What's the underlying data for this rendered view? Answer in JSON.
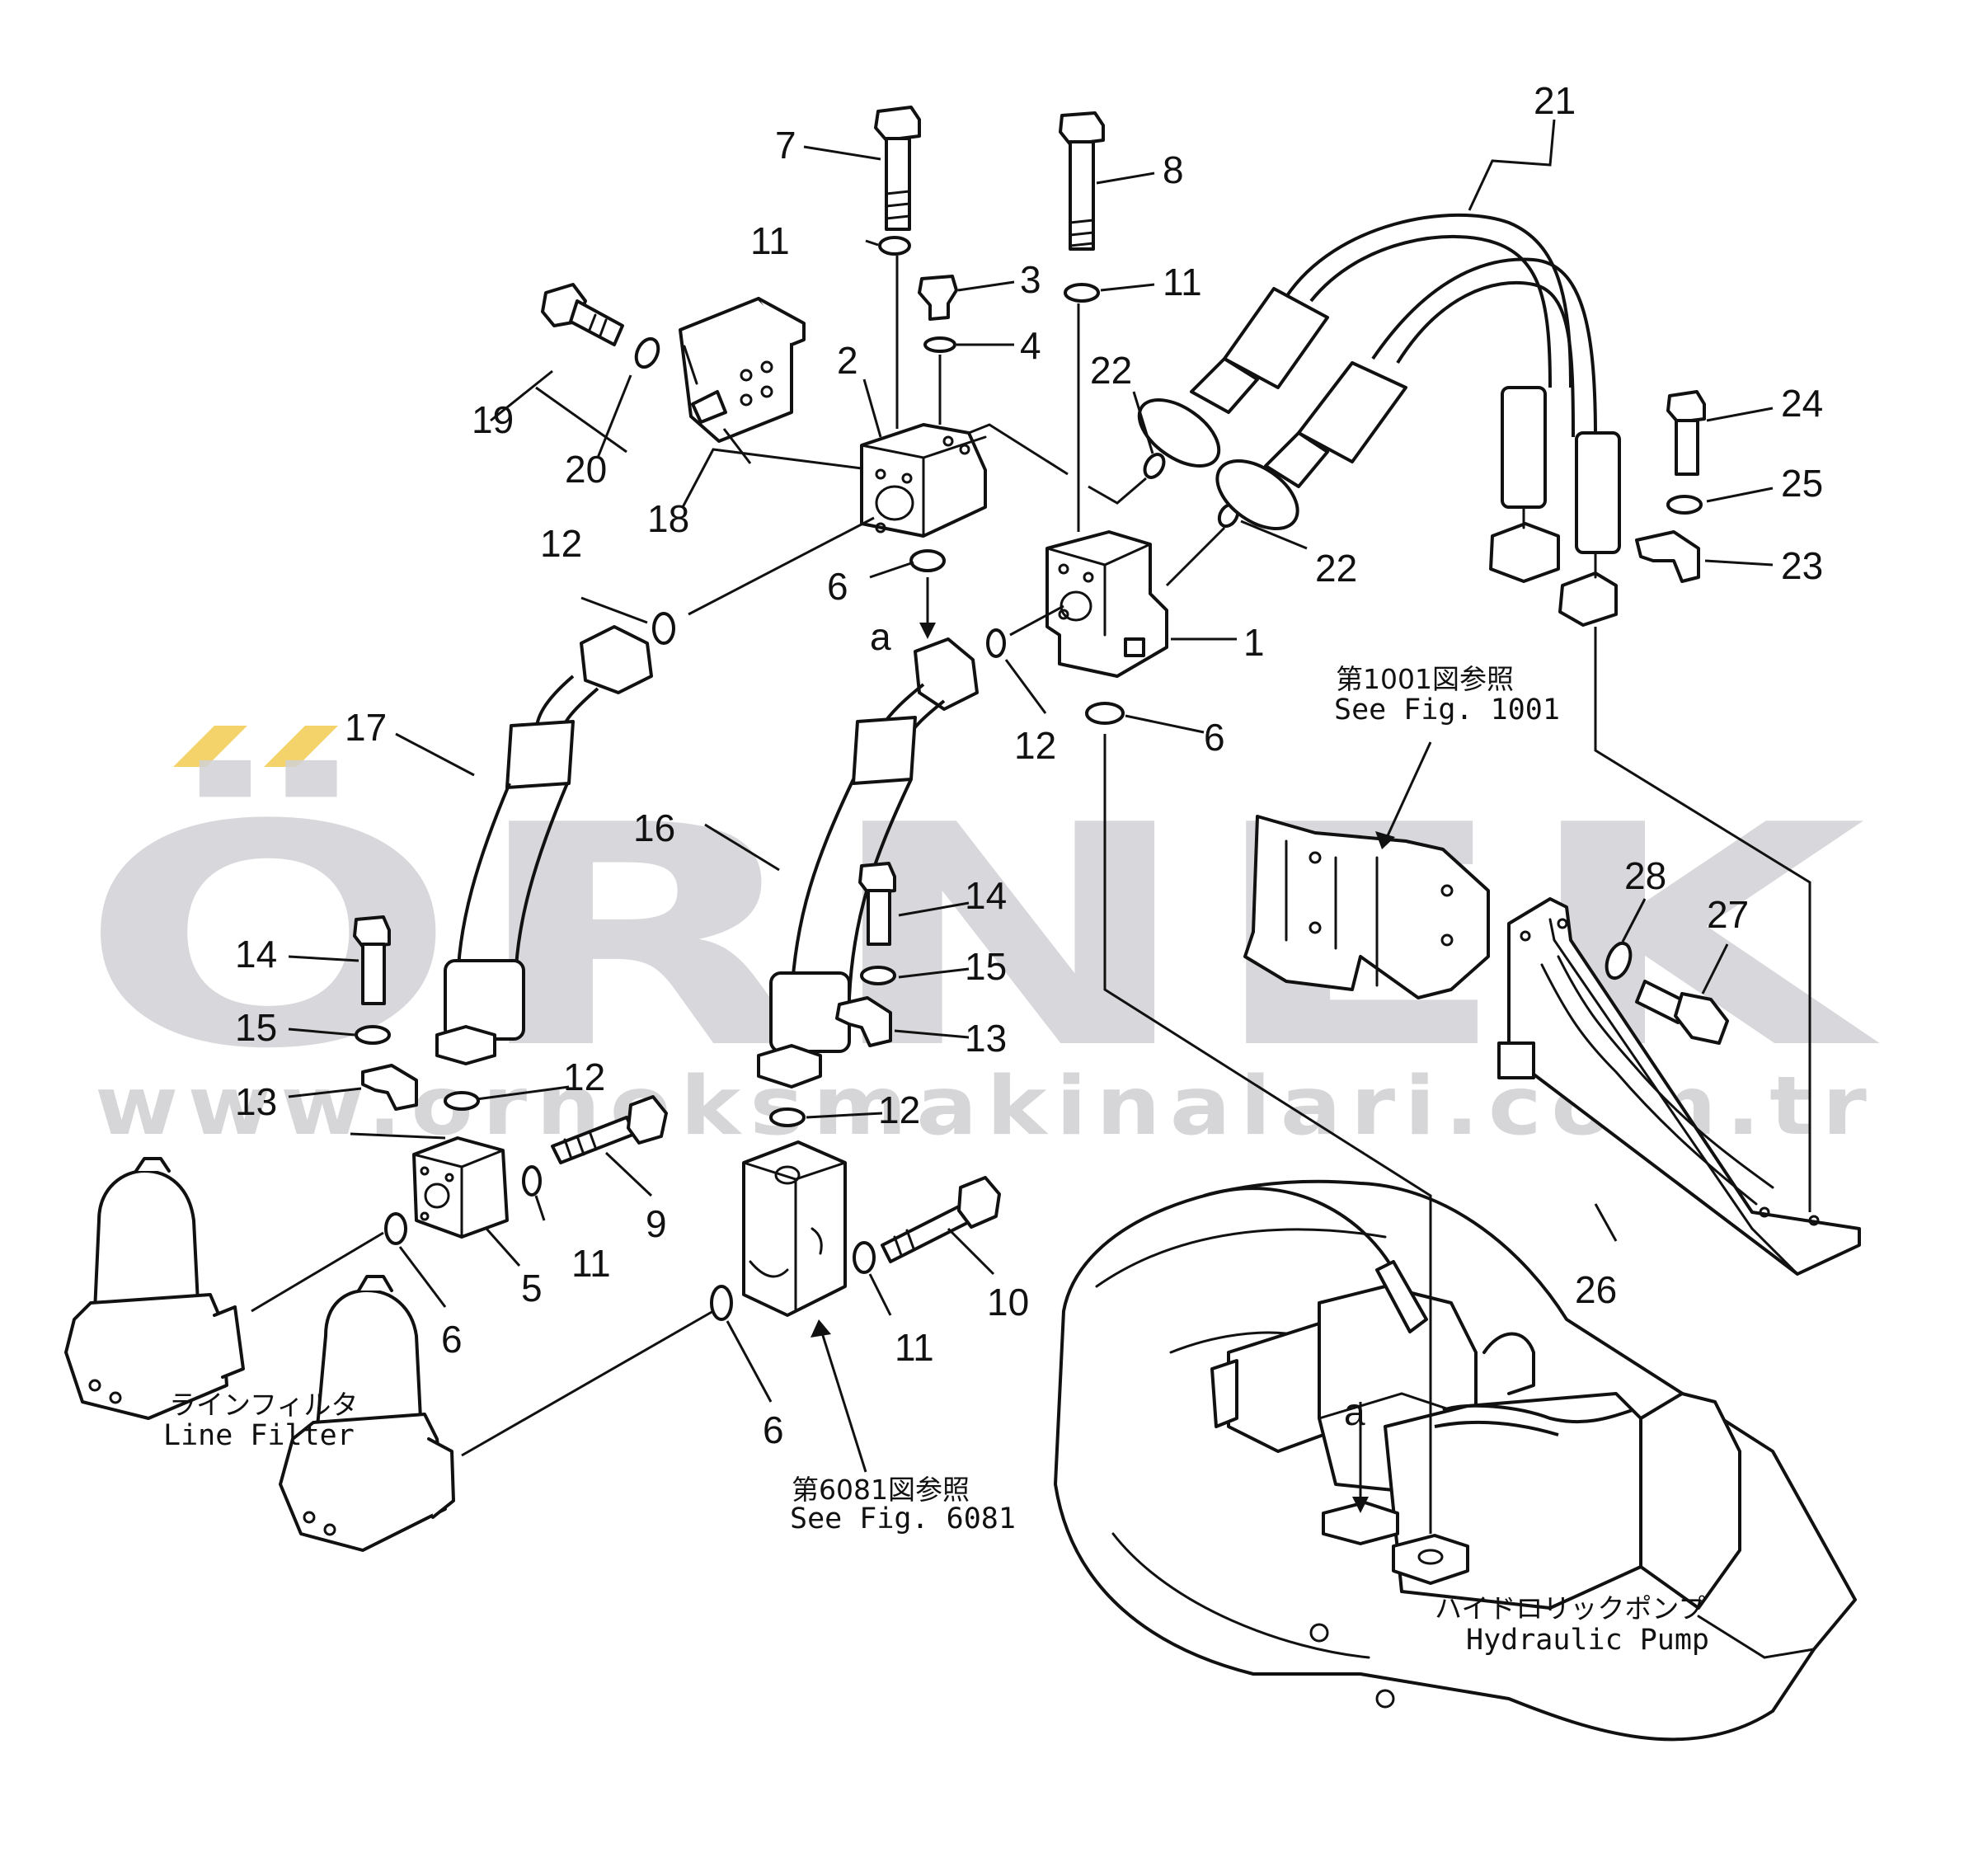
{
  "watermark": {
    "brand": "ÖRNEK",
    "url": "www.orneksmakinalari.com.tr",
    "accent_color": "#f3d36a",
    "text_color": "#d2d2d6"
  },
  "callouts": {
    "c1": "1",
    "c2": "2",
    "c3": "3",
    "c4": "4",
    "c5": "5",
    "c6a": "6",
    "c6b": "6",
    "c6c": "6",
    "c6d": "6",
    "c7": "7",
    "c8": "8",
    "c9": "9",
    "c10": "10",
    "c11a": "11",
    "c11b": "11",
    "c11c": "11",
    "c11d": "11",
    "c12a": "12",
    "c12b": "12",
    "c12c": "12",
    "c12d": "12",
    "c13a": "13",
    "c13b": "13",
    "c14a": "14",
    "c14b": "14",
    "c15a": "15",
    "c15b": "15",
    "c16": "16",
    "c17": "17",
    "c18": "18",
    "c19": "19",
    "c20": "20",
    "c21": "21",
    "c22a": "22",
    "c22b": "22",
    "c23": "23",
    "c24": "24",
    "c25": "25",
    "c26": "26",
    "c27": "27",
    "c28": "28",
    "ca1": "a",
    "ca2": "a"
  },
  "notes": {
    "fig1001_jp": "第1001図参照",
    "fig1001_en": "See  Fig.  1001",
    "fig6081_jp": "第6081図参照",
    "fig6081_en": "See  Fig.  6081",
    "line_filter_jp": "ラインフィルタ",
    "line_filter_en": "Line  Filter",
    "pump_jp": "ハイドロリックポンプ",
    "pump_en": "Hydraulic  Pump"
  }
}
